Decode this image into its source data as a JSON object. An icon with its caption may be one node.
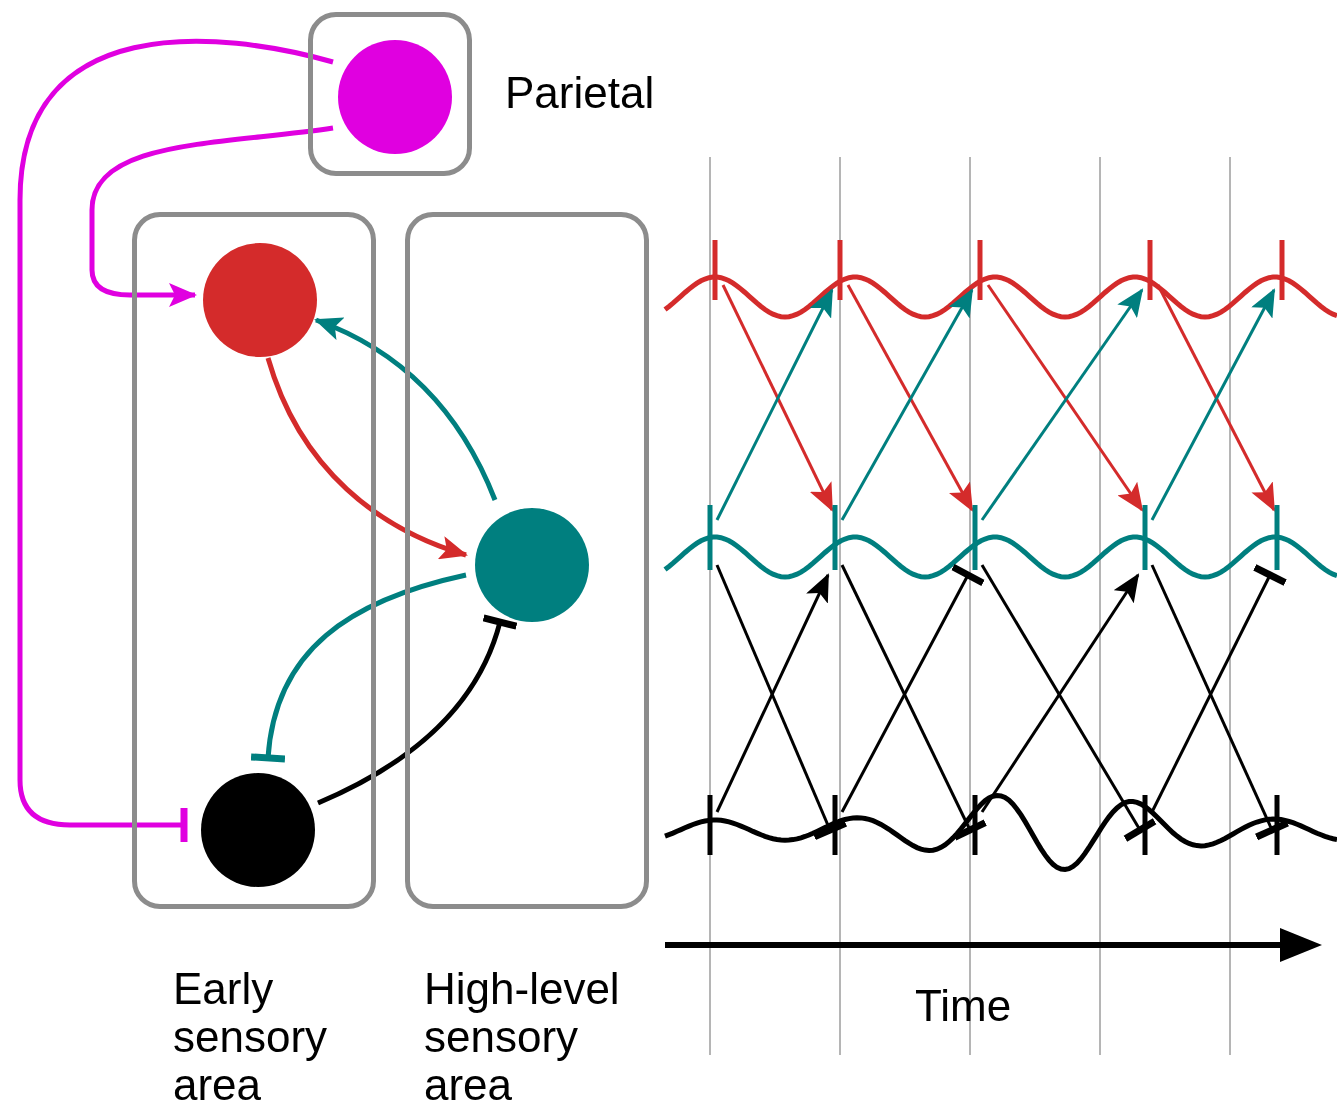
{
  "diagram": {
    "nodes": [
      {
        "text": [
          "Parietal"
        ]
      },
      {
        "text": [],
        "shape": "circle",
        "in": 0
      },
      {
        "text": [
          "Early sensory area"
        ]
      },
      {
        "text": [],
        "shape": "circle",
        "in": 2
      },
      {
        "text": [],
        "shape": "circle",
        "in": 2
      },
      {
        "text": [
          "High-level sensory area"
        ]
      },
      {
        "text": [],
        "shape": "circle",
        "in": 5
      }
    ],
    "edges": [
      {
        "from": 1,
        "to": 3,
        "arrow": "to",
        "color": "#e000e0"
      },
      {
        "from": 1,
        "to": 4,
        "arrow": "other",
        "color": "#e000e0"
      },
      {
        "from": 3,
        "to": 6,
        "arrow": "to",
        "color": "#d42b2b"
      },
      {
        "from": 6,
        "to": 3,
        "arrow": "to",
        "color": "#007f7f"
      },
      {
        "from": 6,
        "to": 4,
        "arrow": "other",
        "color": "#007f7f"
      },
      {
        "from": 4,
        "to": 6,
        "arrow": "other",
        "color": "#000000"
      }
    ],
    "labels": [
      "Time"
    ]
  }
}
